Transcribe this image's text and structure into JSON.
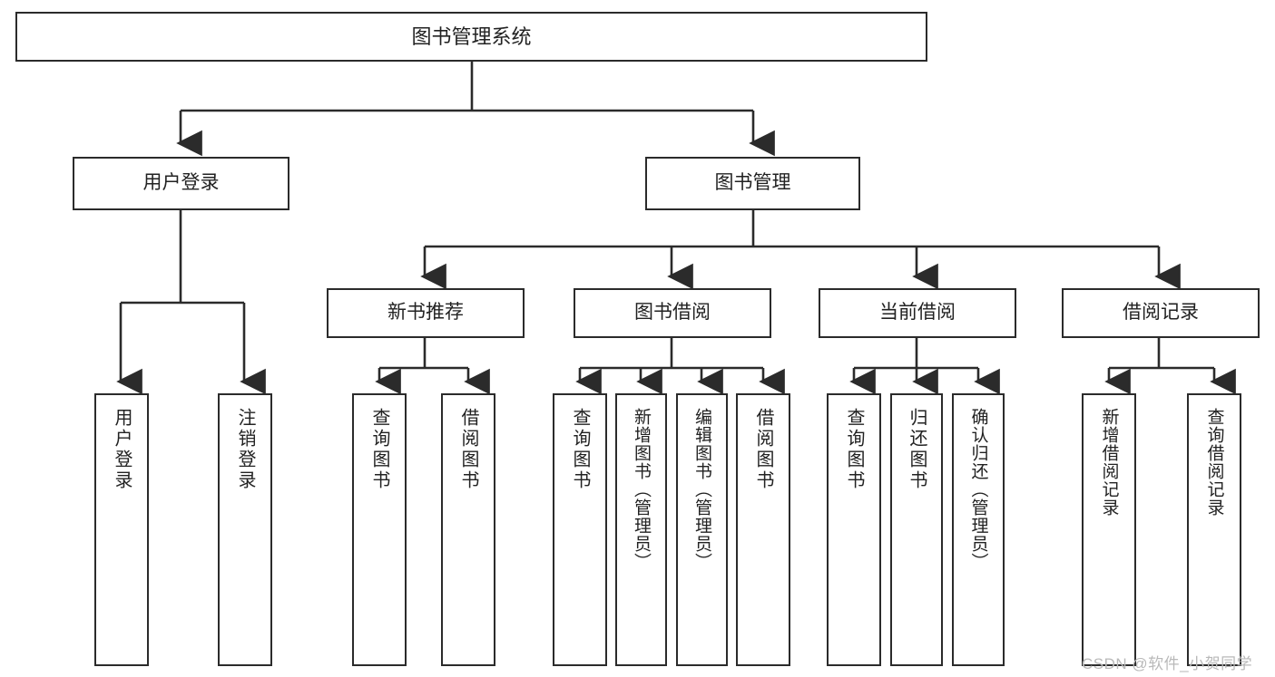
{
  "diagram": {
    "title": "图书管理系统",
    "type": "tree-hierarchy",
    "root": {
      "label": "图书管理系统"
    },
    "level2": [
      {
        "label": "用户登录"
      },
      {
        "label": "图书管理"
      }
    ],
    "level3": [
      {
        "label": "新书推荐"
      },
      {
        "label": "图书借阅"
      },
      {
        "label": "当前借阅"
      },
      {
        "label": "借阅记录"
      }
    ],
    "leaves": {
      "user_login": [
        {
          "label": "用户登录"
        },
        {
          "label": "注销登录"
        }
      ],
      "new_book_recommend": [
        {
          "label": "查询图书"
        },
        {
          "label": "借阅图书"
        }
      ],
      "book_borrow": [
        {
          "label": "查询图书"
        },
        {
          "label": "新增图书（管理员）"
        },
        {
          "label": "编辑图书（管理员）"
        },
        {
          "label": "借阅图书"
        }
      ],
      "current_borrow": [
        {
          "label": "查询图书"
        },
        {
          "label": "归还图书"
        },
        {
          "label": "确认归还（管理员）"
        }
      ],
      "borrow_record": [
        {
          "label": "新增借阅记录"
        },
        {
          "label": "查询借阅记录"
        }
      ]
    }
  },
  "watermark": {
    "text": "CSDN @软件_小贺同学"
  },
  "colors": {
    "stroke": "#2b2b2b",
    "fill": "#ffffff",
    "text": "#222222",
    "watermark": "#b9b9b9"
  }
}
